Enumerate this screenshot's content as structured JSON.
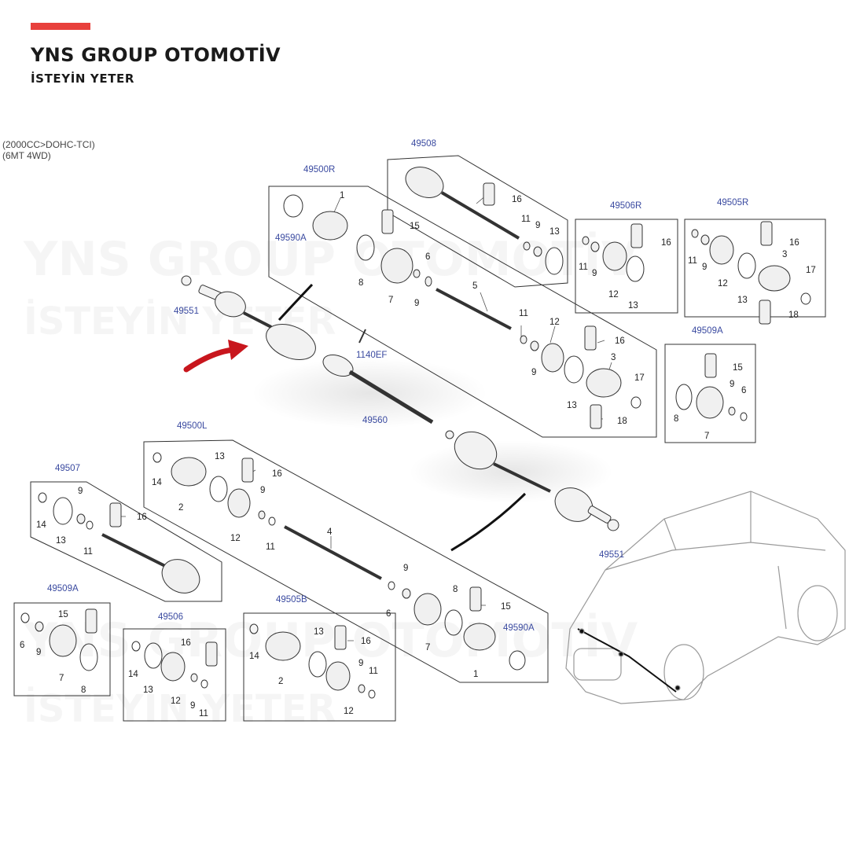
{
  "brand": {
    "name": "YNS GROUP OTOMOTİV",
    "tagline": "İSTEYİN YETER",
    "accent_color": "#e8403c"
  },
  "watermark": {
    "name": "YNS GROUP OTOMOTİV",
    "tagline": "İSTEYİN YETER"
  },
  "spec": {
    "line1": "(2000CC>DOHC-TCI)",
    "line2": "(6MT 4WD)"
  },
  "diagram": {
    "colors": {
      "line": "#333333",
      "part_label": "#3a4aa0",
      "arrow": "#c8161d"
    },
    "part_codes": [
      {
        "id": "p49508",
        "text": "49508"
      },
      {
        "id": "p49500R",
        "text": "49500R"
      },
      {
        "id": "p49506R",
        "text": "49506R"
      },
      {
        "id": "p49505R",
        "text": "49505R"
      },
      {
        "id": "p49590A_top",
        "text": "49590A"
      },
      {
        "id": "p49551_top",
        "text": "49551"
      },
      {
        "id": "p1140EF",
        "text": "1140EF"
      },
      {
        "id": "p49560",
        "text": "49560"
      },
      {
        "id": "p49509A_r",
        "text": "49509A"
      },
      {
        "id": "p49500L",
        "text": "49500L"
      },
      {
        "id": "p49507",
        "text": "49507"
      },
      {
        "id": "p49551_bot",
        "text": "49551"
      },
      {
        "id": "p49509A_l",
        "text": "49509A"
      },
      {
        "id": "p49506",
        "text": "49506"
      },
      {
        "id": "p49505B",
        "text": "49505B"
      },
      {
        "id": "p49590A_bot",
        "text": "49590A"
      }
    ],
    "callouts": [
      {
        "id": "c1",
        "text": "16"
      },
      {
        "id": "c2",
        "text": "11"
      },
      {
        "id": "c3",
        "text": "9"
      },
      {
        "id": "c4",
        "text": "13"
      },
      {
        "id": "c5",
        "text": "1"
      },
      {
        "id": "c6",
        "text": "15"
      },
      {
        "id": "c7",
        "text": "8"
      },
      {
        "id": "c8",
        "text": "6"
      },
      {
        "id": "c9",
        "text": "7"
      },
      {
        "id": "c10",
        "text": "9"
      },
      {
        "id": "c11",
        "text": "5"
      },
      {
        "id": "c12",
        "text": "11"
      },
      {
        "id": "c13",
        "text": "12"
      },
      {
        "id": "c14",
        "text": "16"
      },
      {
        "id": "c15",
        "text": "9"
      },
      {
        "id": "c16",
        "text": "3"
      },
      {
        "id": "c17",
        "text": "13"
      },
      {
        "id": "c18",
        "text": "17"
      },
      {
        "id": "c19",
        "text": "18"
      },
      {
        "id": "c20",
        "text": "16"
      },
      {
        "id": "c21",
        "text": "11"
      },
      {
        "id": "c22",
        "text": "9"
      },
      {
        "id": "c23",
        "text": "12"
      },
      {
        "id": "c24",
        "text": "13"
      },
      {
        "id": "c25",
        "text": "16"
      },
      {
        "id": "c26",
        "text": "11"
      },
      {
        "id": "c27",
        "text": "9"
      },
      {
        "id": "c28",
        "text": "3"
      },
      {
        "id": "c29",
        "text": "12"
      },
      {
        "id": "c30",
        "text": "13"
      },
      {
        "id": "c31",
        "text": "17"
      },
      {
        "id": "c32",
        "text": "18"
      },
      {
        "id": "c33",
        "text": "15"
      },
      {
        "id": "c34",
        "text": "9"
      },
      {
        "id": "c35",
        "text": "6"
      },
      {
        "id": "c36",
        "text": "8"
      },
      {
        "id": "c37",
        "text": "7"
      },
      {
        "id": "c38",
        "text": "14"
      },
      {
        "id": "c39",
        "text": "13"
      },
      {
        "id": "c40",
        "text": "16"
      },
      {
        "id": "c41",
        "text": "2"
      },
      {
        "id": "c42",
        "text": "9"
      },
      {
        "id": "c43",
        "text": "12"
      },
      {
        "id": "c44",
        "text": "11"
      },
      {
        "id": "c45",
        "text": "4"
      },
      {
        "id": "c46",
        "text": "9"
      },
      {
        "id": "c47",
        "text": "6"
      },
      {
        "id": "c48",
        "text": "8"
      },
      {
        "id": "c49",
        "text": "15"
      },
      {
        "id": "c50",
        "text": "7"
      },
      {
        "id": "c51",
        "text": "1"
      },
      {
        "id": "c52",
        "text": "9"
      },
      {
        "id": "c53",
        "text": "14"
      },
      {
        "id": "c54",
        "text": "16"
      },
      {
        "id": "c55",
        "text": "13"
      },
      {
        "id": "c56",
        "text": "11"
      },
      {
        "id": "c57",
        "text": "15"
      },
      {
        "id": "c58",
        "text": "6"
      },
      {
        "id": "c59",
        "text": "9"
      },
      {
        "id": "c60",
        "text": "7"
      },
      {
        "id": "c61",
        "text": "8"
      },
      {
        "id": "c62",
        "text": "16"
      },
      {
        "id": "c63",
        "text": "14"
      },
      {
        "id": "c64",
        "text": "13"
      },
      {
        "id": "c65",
        "text": "12"
      },
      {
        "id": "c66",
        "text": "9"
      },
      {
        "id": "c67",
        "text": "11"
      },
      {
        "id": "c68",
        "text": "13"
      },
      {
        "id": "c69",
        "text": "16"
      },
      {
        "id": "c70",
        "text": "14"
      },
      {
        "id": "c71",
        "text": "2"
      },
      {
        "id": "c72",
        "text": "9"
      },
      {
        "id": "c73",
        "text": "11"
      },
      {
        "id": "c74",
        "text": "12"
      }
    ]
  }
}
